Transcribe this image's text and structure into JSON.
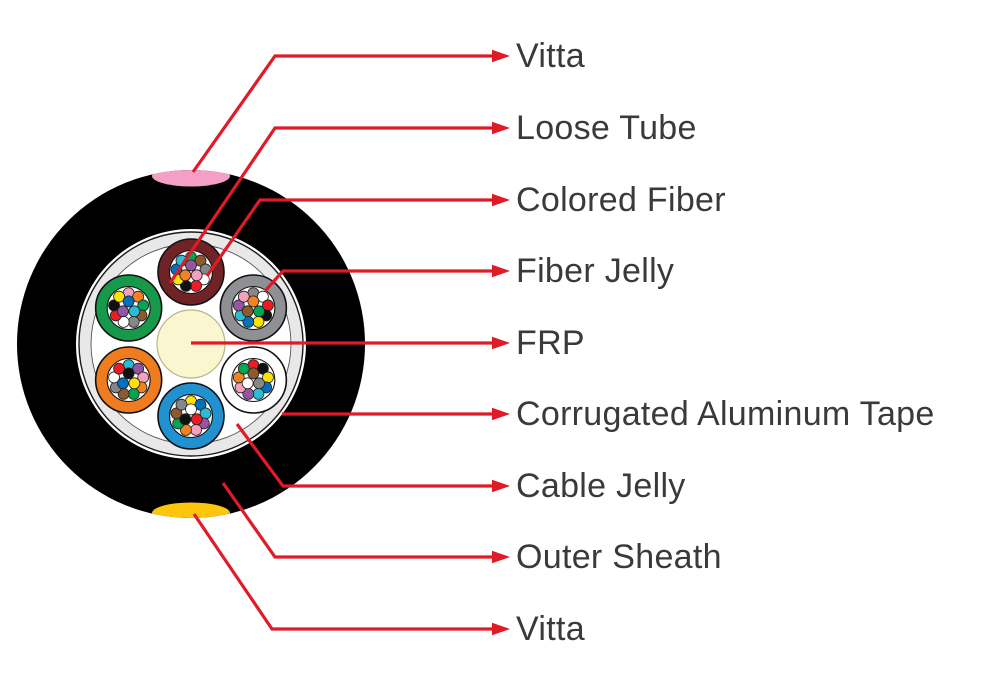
{
  "labels": [
    {
      "id": "vitta-top",
      "text": "Vitta"
    },
    {
      "id": "loose-tube",
      "text": "Loose Tube"
    },
    {
      "id": "colored-fiber",
      "text": "Colored Fiber"
    },
    {
      "id": "fiber-jelly",
      "text": "Fiber Jelly"
    },
    {
      "id": "frp",
      "text": "FRP"
    },
    {
      "id": "corrugated-aluminum-tape",
      "text": "Corrugated Aluminum Tape"
    },
    {
      "id": "cable-jelly",
      "text": "Cable Jelly"
    },
    {
      "id": "outer-sheath",
      "text": "Outer Sheath"
    },
    {
      "id": "vitta-bottom",
      "text": "Vitta"
    }
  ],
  "colors": {
    "background": "#ffffff",
    "leader_line": "#e01b28",
    "label_text": "#3a3a3a",
    "outer_sheath": "#000000",
    "vitta_top": "#f59fc7",
    "vitta_bottom": "#fdc50b",
    "aluminum_tape": "#e8e8e8",
    "tape_edge": "#1a1a1a",
    "cable_jelly": "#ffffff",
    "jelly_edge": "#555555",
    "frp": "#f9f6d0",
    "frp_edge": "#b9b48b",
    "tube_outline": "#111111",
    "loose_tubes": [
      "#6f2327",
      "#8f9093",
      "#ffffff",
      "#2291cf",
      "#ef7d1f",
      "#16994a"
    ],
    "fiber_palette": [
      "#00a651",
      "#8c5a2e",
      "#85878a",
      "#ffffff",
      "#ec1c24",
      "#101010",
      "#ffe300",
      "#0072bc",
      "#2abcd4",
      "#9455a2",
      "#f4a0be",
      "#f58220"
    ]
  }
}
